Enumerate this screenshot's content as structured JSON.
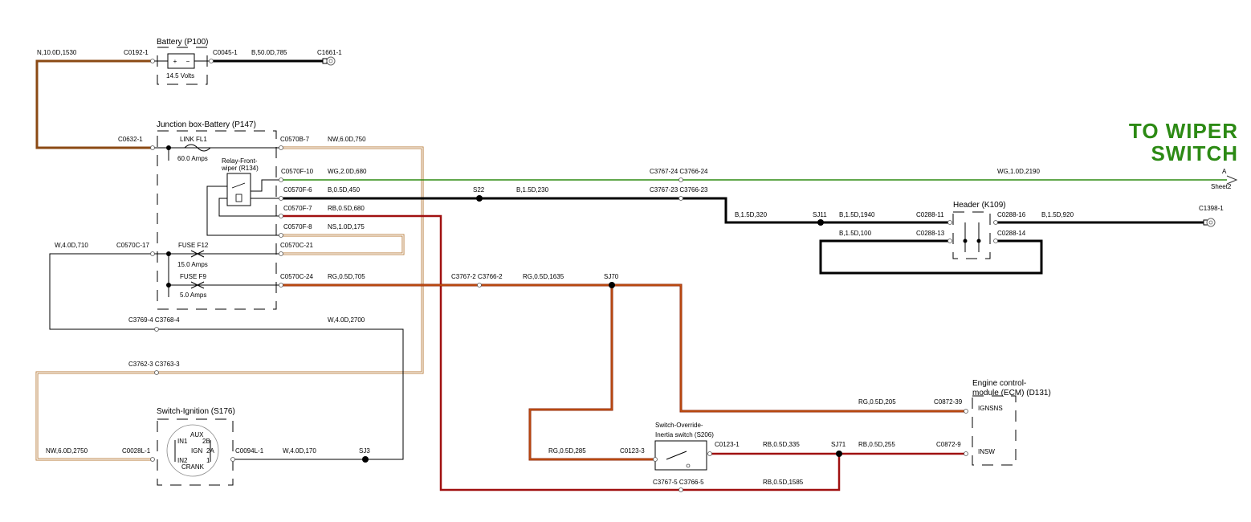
{
  "title": {
    "line1": "TO WIPER",
    "line2": "SWITCH"
  },
  "components": {
    "battery": {
      "name": "Battery (P100)",
      "voltage": "14.5 Volts"
    },
    "junction_box": {
      "name": "Junction box-Battery (P147)"
    },
    "relay": {
      "line1": "Relay-Front-",
      "line2": "wiper (R134)"
    },
    "link_fl1": {
      "name": "LINK FL1",
      "rating": "60.0 Amps"
    },
    "fuse_f12": {
      "name": "FUSE F12",
      "rating": "15.0 Amps"
    },
    "fuse_f9": {
      "name": "FUSE F9",
      "rating": "5.0 Amps"
    },
    "header": {
      "name": "Header (K109)"
    },
    "ignition": {
      "name": "Switch-Ignition (S176)",
      "labels": [
        "AUX",
        "2B",
        "IGN",
        "2A",
        "IN1",
        "IN2",
        "1",
        "CRANK"
      ]
    },
    "inertia": {
      "line1": "Switch-Override-",
      "line2": "Inertia switch (S206)"
    },
    "ecm": {
      "line1": "Engine control-",
      "line2": "module (ECM) (D131)",
      "pin1": "IGNSNS",
      "pin2": "INSW"
    }
  },
  "connectors": {
    "c0192_1": "C0192-1",
    "c0045_1": "C0045-1",
    "c1661_1": "C1661-1",
    "c0632_1": "C0632-1",
    "c0570b_7": "C0570B-7",
    "c0570f_10": "C0570F-10",
    "c0570f_6": "C0570F-6",
    "c0570f_7": "C0570F-7",
    "c0570f_8": "C0570F-8",
    "c0570c_17": "C0570C-17",
    "c0570c_21": "C0570C-21",
    "c0570c_24": "C0570C-24",
    "c3767_24": "C3767-24 C3766-24",
    "c3767_23": "C3767-23 C3766-23",
    "c3767_2": "C3767-2 C3766-2",
    "c3769_4": "C3769-4 C3768-4",
    "c3762_3": "C3762-3 C3763-3",
    "c0288_11": "C0288-11",
    "c0288_13": "C0288-13",
    "c0288_16": "C0288-16",
    "c0288_14": "C0288-14",
    "c1398_1": "C1398-1",
    "c0872_39": "C0872-39",
    "c0872_9": "C0872-9",
    "c0123_3": "C0123-3",
    "c0123_1": "C0123-1",
    "c3767_5": "C3767-5 C3766-5",
    "c0028l_1": "C0028L-1",
    "c0094l_1": "C0094L-1"
  },
  "splices": {
    "s22": "S22",
    "sj11": "SJ11",
    "sj70": "SJ70",
    "sj71": "SJ71",
    "sj3": "SJ3"
  },
  "wires": {
    "n_1530": "N,10.0D,1530",
    "b_785": "B,50.0D,785",
    "nw_750": "NW,6.0D,750",
    "wg_680": "WG,2.0D,680",
    "b_450": "B,0.5D,450",
    "rb_680": "RB,0.5D,680",
    "ns_175": "NS,1.0D,175",
    "w_710": "W,4.0D,710",
    "rg_705": "RG,0.5D,705",
    "b_230": "B,1.5D,230",
    "rg_1635": "RG,0.5D,1635",
    "wg_2190": "WG,1.0D,2190",
    "b_320": "B,1.5D,320",
    "b_1940": "B,1.5D,1940",
    "b_920": "B,1.5D,920",
    "b_100": "B,1.5D,100",
    "w_2700": "W,4.0D,2700",
    "rg_205": "RG,0.5D,205",
    "nw_2750": "NW,6.0D,2750",
    "w_170": "W,4.0D,170",
    "rg_285": "RG,0.5D,285",
    "rb_335": "RB,0.5D,335",
    "rb_255": "RB,0.5D,255",
    "rb_1585": "RB,0.5D,1585"
  },
  "offsheet": {
    "letter": "A",
    "sheet": "Sheet2"
  }
}
